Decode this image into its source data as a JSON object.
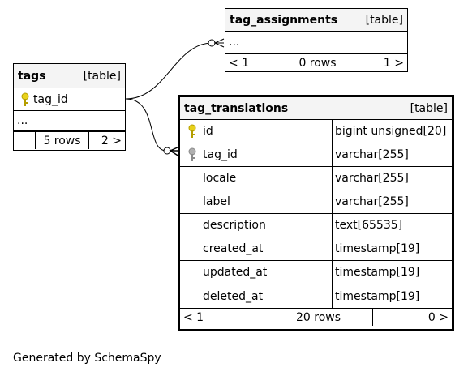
{
  "tables": {
    "tag_assignments": {
      "name": "tag_assignments",
      "kind": "[table]",
      "more": "...",
      "footer": {
        "prev": "< 1",
        "rows": "0 rows",
        "next": "1 >"
      }
    },
    "tags": {
      "name": "tags",
      "kind": "[table]",
      "columns": [
        {
          "name": "tag_id",
          "key": "primary"
        }
      ],
      "more": "...",
      "footer": {
        "prev": "",
        "rows": "5 rows",
        "next": "2 >"
      }
    },
    "tag_translations": {
      "name": "tag_translations",
      "kind": "[table]",
      "columns": [
        {
          "name": "id",
          "type": "bigint unsigned[20]",
          "key": "primary"
        },
        {
          "name": "tag_id",
          "type": "varchar[255]",
          "key": "foreign"
        },
        {
          "name": "locale",
          "type": "varchar[255]",
          "key": ""
        },
        {
          "name": "label",
          "type": "varchar[255]",
          "key": ""
        },
        {
          "name": "description",
          "type": "text[65535]",
          "key": ""
        },
        {
          "name": "created_at",
          "type": "timestamp[19]",
          "key": ""
        },
        {
          "name": "updated_at",
          "type": "timestamp[19]",
          "key": ""
        },
        {
          "name": "deleted_at",
          "type": "timestamp[19]",
          "key": ""
        }
      ],
      "footer": {
        "prev": "< 1",
        "rows": "20 rows",
        "next": "0 >"
      }
    }
  },
  "colors": {
    "primary_key": "#e8d11a",
    "foreign_key": "#b0b0b0",
    "header_bg": "#f4f4f4"
  },
  "icons": {
    "primary_key": "key-icon",
    "foreign_key": "key-icon"
  },
  "credit": "Generated by SchemaSpy"
}
